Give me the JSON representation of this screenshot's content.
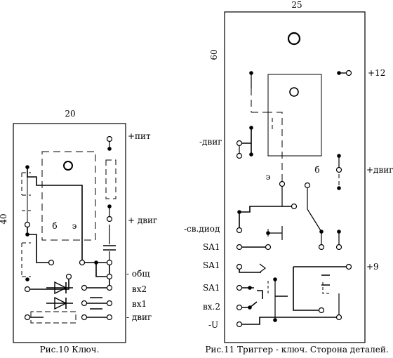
{
  "fig10": {
    "dim_top": "20",
    "dim_left": "40",
    "caption": "Рис.10 Ключ.",
    "labels": {
      "plus_pit": "+пит",
      "plus_dvig": "+ двиг",
      "obsh": "- общ",
      "vx2": "вх2",
      "vx1": "вх1",
      "minus_dvig": "- двиг",
      "b": "б",
      "e": "э"
    }
  },
  "fig11": {
    "dim_top": "25",
    "dim_left": "60",
    "caption": "Рис.11 Триггер - ключ. Сторона деталей.",
    "labels": {
      "plus12": "+12",
      "plus_dvig": "+двиг",
      "plus9": "+9",
      "minus_dvig": "-двиг",
      "sv_diod": "-св.диод",
      "sa1_a": "SA1",
      "sa1_b": "SA1",
      "sa1_c": "SA1",
      "vx2": "вх.2",
      "minus_u": "-U",
      "e": "э",
      "b": "б"
    }
  }
}
